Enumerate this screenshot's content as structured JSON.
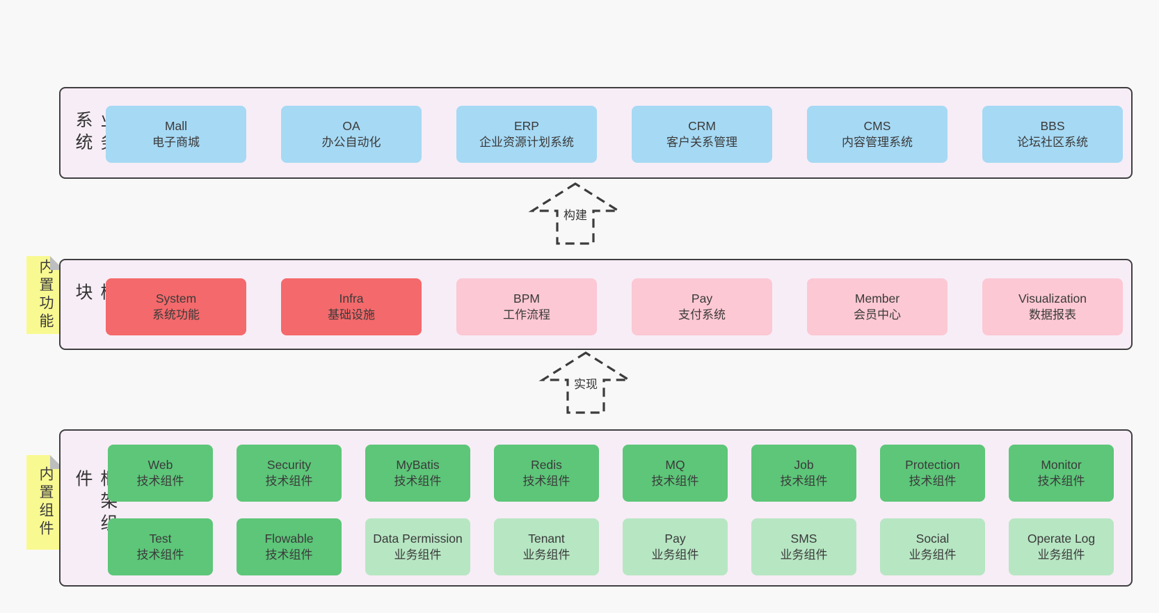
{
  "colors": {
    "page_bg": "#f8f8f8",
    "band_bg": "#f7edf6",
    "band_border": "#3f3f3f",
    "blue": "#a6d9f4",
    "red": "#f4696b",
    "pink": "#fcc8d3",
    "green_dark": "#5dc679",
    "green_light": "#b7e6c3",
    "sticky_yellow": "#f9f992",
    "sticky_fold": "#bcbec0",
    "text": "#3a3a3a",
    "arrow": "#3c3c3c"
  },
  "arrows": [
    {
      "label": "构建"
    },
    {
      "label": "实现"
    }
  ],
  "bands": [
    {
      "id": "business-systems",
      "label": "业务系统",
      "boxes": [
        {
          "name": "Mall",
          "desc": "电子商城",
          "type": "blue"
        },
        {
          "name": "OA",
          "desc": "办公自动化",
          "type": "blue"
        },
        {
          "name": "ERP",
          "desc": "企业资源计划系统",
          "type": "blue"
        },
        {
          "name": "CRM",
          "desc": "客户关系管理",
          "type": "blue"
        },
        {
          "name": "CMS",
          "desc": "内容管理系统",
          "type": "blue"
        },
        {
          "name": "BBS",
          "desc": "论坛社区系统",
          "type": "blue"
        }
      ]
    },
    {
      "id": "common-modules",
      "label": "通用模块",
      "sticky": "内置功能",
      "boxes": [
        {
          "name": "System",
          "desc": "系统功能",
          "type": "red"
        },
        {
          "name": "Infra",
          "desc": "基础设施",
          "type": "red"
        },
        {
          "name": "BPM",
          "desc": "工作流程",
          "type": "pink"
        },
        {
          "name": "Pay",
          "desc": "支付系统",
          "type": "pink"
        },
        {
          "name": "Member",
          "desc": "会员中心",
          "type": "pink"
        },
        {
          "name": "Visualization",
          "desc": "数据报表",
          "type": "pink"
        }
      ]
    },
    {
      "id": "framework-components",
      "label": "框架组件",
      "sticky": "内置组件",
      "rows": [
        [
          {
            "name": "Web",
            "desc": "技术组件",
            "type": "green-dark"
          },
          {
            "name": "Security",
            "desc": "技术组件",
            "type": "green-dark"
          },
          {
            "name": "MyBatis",
            "desc": "技术组件",
            "type": "green-dark"
          },
          {
            "name": "Redis",
            "desc": "技术组件",
            "type": "green-dark"
          },
          {
            "name": "MQ",
            "desc": "技术组件",
            "type": "green-dark"
          },
          {
            "name": "Job",
            "desc": "技术组件",
            "type": "green-dark"
          },
          {
            "name": "Protection",
            "desc": "技术组件",
            "type": "green-dark"
          },
          {
            "name": "Monitor",
            "desc": "技术组件",
            "type": "green-dark"
          }
        ],
        [
          {
            "name": "Test",
            "desc": "技术组件",
            "type": "green-dark"
          },
          {
            "name": "Flowable",
            "desc": "技术组件",
            "type": "green-dark"
          },
          {
            "name": "Data Permission",
            "desc": "业务组件",
            "type": "green-light"
          },
          {
            "name": "Tenant",
            "desc": "业务组件",
            "type": "green-light"
          },
          {
            "name": "Pay",
            "desc": "业务组件",
            "type": "green-light"
          },
          {
            "name": "SMS",
            "desc": "业务组件",
            "type": "green-light"
          },
          {
            "name": "Social",
            "desc": "业务组件",
            "type": "green-light"
          },
          {
            "name": "Operate Log",
            "desc": "业务组件",
            "type": "green-light"
          }
        ]
      ]
    }
  ]
}
